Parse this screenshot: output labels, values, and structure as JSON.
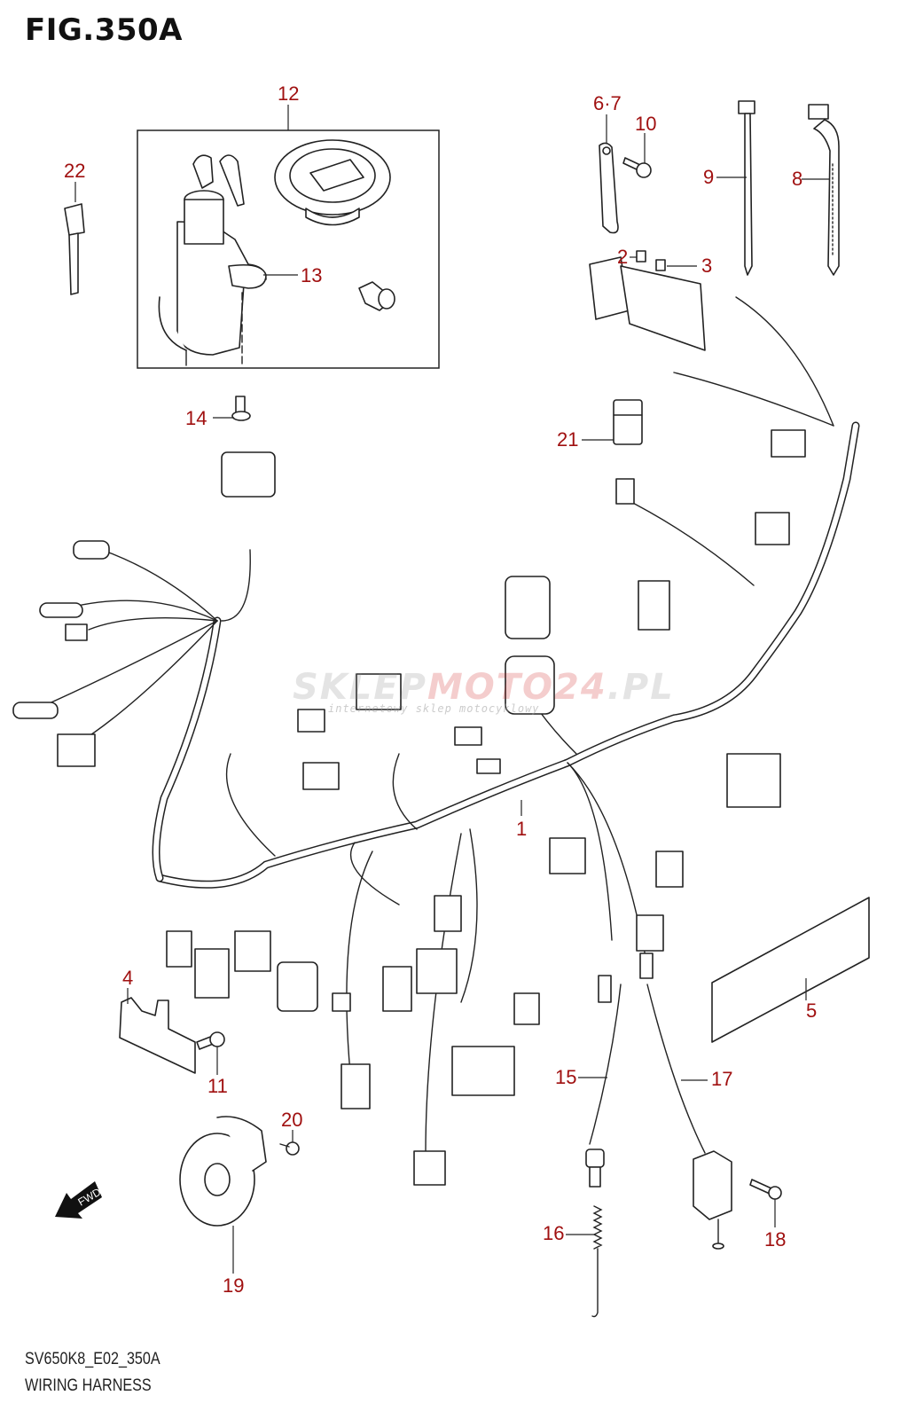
{
  "figure": {
    "title": "FIG.350A",
    "code": "SV650K8_E02_350A",
    "name": "WIRING HARNESS"
  },
  "watermark": {
    "part1": "SKLEP",
    "part2": "MOTO",
    "part3": "24",
    "part4": ".PL",
    "subtitle": "internetowy sklep motocyklowy"
  },
  "fwd_label": "FWD",
  "callout_color": "#a01010",
  "callouts": [
    {
      "id": "1",
      "label": "1",
      "part": "wiring-harness"
    },
    {
      "id": "2",
      "label": "2",
      "part": "fuse-a"
    },
    {
      "id": "3",
      "label": "3",
      "part": "fuse-b"
    },
    {
      "id": "4",
      "label": "4",
      "part": "bracket"
    },
    {
      "id": "5",
      "label": "5",
      "part": "label-plate"
    },
    {
      "id": "6-7",
      "label": "6·7",
      "part": "clamp"
    },
    {
      "id": "8",
      "label": "8",
      "part": "cable-tie-large"
    },
    {
      "id": "9",
      "label": "9",
      "part": "cable-tie"
    },
    {
      "id": "10",
      "label": "10",
      "part": "clamp-bolt"
    },
    {
      "id": "11",
      "label": "11",
      "part": "bracket-bolt"
    },
    {
      "id": "12",
      "label": "12",
      "part": "lock-set"
    },
    {
      "id": "13",
      "label": "13",
      "part": "ignition-switch"
    },
    {
      "id": "14",
      "label": "14",
      "part": "ignition-screw"
    },
    {
      "id": "15",
      "label": "15",
      "part": "neutral-switch-lead"
    },
    {
      "id": "16",
      "label": "16",
      "part": "spring"
    },
    {
      "id": "17",
      "label": "17",
      "part": "side-stand-switch"
    },
    {
      "id": "18",
      "label": "18",
      "part": "switch-bolt"
    },
    {
      "id": "19",
      "label": "19",
      "part": "horn"
    },
    {
      "id": "20",
      "label": "20",
      "part": "horn-bolt"
    },
    {
      "id": "21",
      "label": "21",
      "part": "relay"
    },
    {
      "id": "22",
      "label": "22",
      "part": "key-blank"
    }
  ]
}
